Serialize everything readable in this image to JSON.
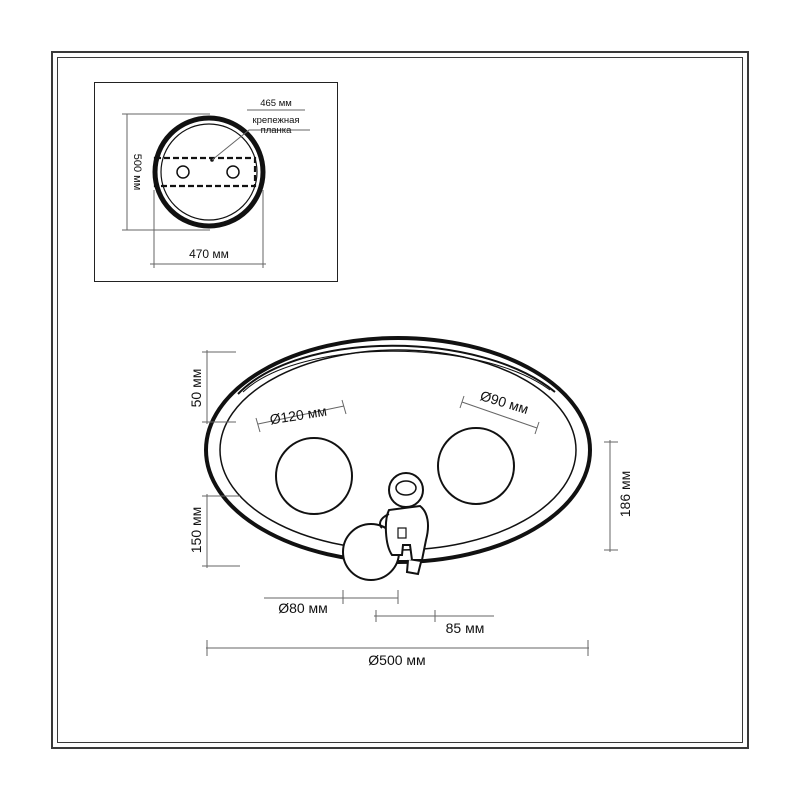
{
  "inset": {
    "height_label": "500 мм",
    "width_label": "470 мм",
    "mount_width_label": "465 мм",
    "mount_plate_line1": "крепежная",
    "mount_plate_line2": "планка"
  },
  "main": {
    "large_globe_label": "Ø120 мм",
    "small_globe_label": "Ø90 мм",
    "depth_label": "50 мм",
    "height_label": "186 мм",
    "drop_label": "150 мм",
    "moon_label": "Ø80 мм",
    "offset_label": "85 мм",
    "diameter_label": "Ø500 мм"
  },
  "colors": {
    "line": "#111111",
    "dimension": "#666666",
    "frame": "#3a3a3a"
  }
}
